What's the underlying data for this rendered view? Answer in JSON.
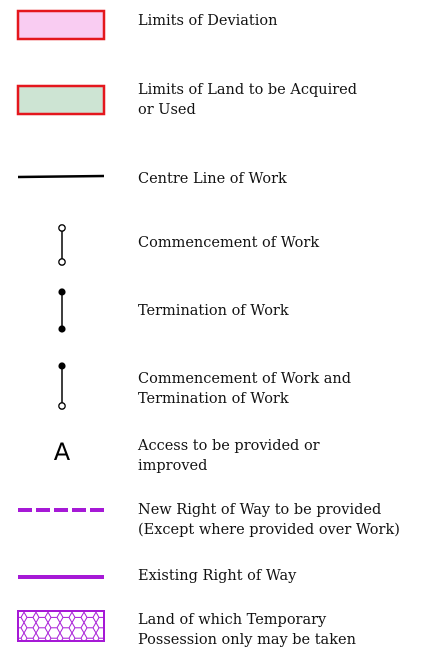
{
  "legend": {
    "items": [
      {
        "label": "Limits of Deviation",
        "symbol": "pink-box-red-border",
        "fill": "#f9ccf2",
        "stroke": "#e4171d"
      },
      {
        "label": "Limits of Land to be Acquired\nor Used",
        "symbol": "green-box-red-border",
        "fill": "#cde4d3",
        "stroke": "#e4171d"
      },
      {
        "label": "Centre Line of Work",
        "symbol": "solid-black-line",
        "stroke": "#000000"
      },
      {
        "label": "Commencement of Work",
        "symbol": "open-circle-vertical-line"
      },
      {
        "label": "Termination of Work",
        "symbol": "filled-circle-vertical-line"
      },
      {
        "label": "Commencement of Work and\nTermination of Work",
        "symbol": "filled-top-open-bottom-vertical-line"
      },
      {
        "label": "Access to be provided or\nimproved",
        "symbol": "letter-a",
        "symbol_text": "A"
      },
      {
        "label": "New Right of Way to be provided\n(Except where provided over Work)",
        "symbol": "dashed-purple-line",
        "stroke": "#a619d6"
      },
      {
        "label": "Existing Right of Way",
        "symbol": "solid-purple-line",
        "stroke": "#a619d6"
      },
      {
        "label": "Land of which Temporary\nPossession only may be taken",
        "symbol": "purple-hexagon-hatch-box",
        "stroke": "#a619d6"
      }
    ]
  }
}
